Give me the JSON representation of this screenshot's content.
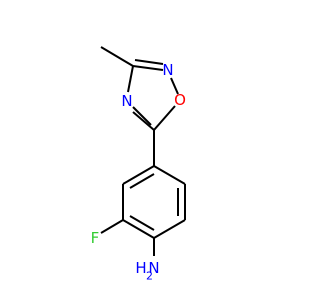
{
  "atoms": {
    "n_top": {
      "text": "N",
      "color": "#0000ff"
    },
    "o_ring": {
      "text": "O",
      "color": "#ff0000"
    },
    "n_ring": {
      "text": "N",
      "color": "#0000ff"
    },
    "fluorine": {
      "text": "F",
      "color": "#33cc33"
    },
    "amine_n": {
      "text": "N",
      "color": "#0000ff"
    },
    "amine_h": {
      "text": "H",
      "color": "#0000ff"
    },
    "amine_h_count": {
      "text": "2",
      "color": "#0000ff"
    }
  },
  "colors": {
    "bond": "#000000",
    "background": "#ffffff"
  }
}
